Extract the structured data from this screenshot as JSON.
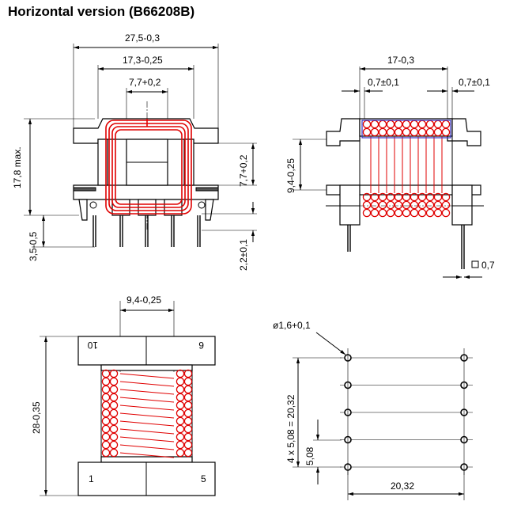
{
  "title": "Horizontal version (B66208B)",
  "front_view": {
    "dim_overall_width": "27,5-0,3",
    "dim_inner_width": "17,3-0,25",
    "dim_core_width": "7,7+0,2",
    "dim_height": "17,8 max.",
    "dim_window_height": "7,7+0,2",
    "dim_pin_length": "3,5-0,5",
    "dim_pin_offset": "2,2±0,1"
  },
  "side_view": {
    "dim_length": "17-0,3",
    "dim_flange_left": "0,7±0,1",
    "dim_flange_right": "0,7±0,1",
    "dim_winding_height": "9,4-0,25",
    "dim_pin_square": "0,7"
  },
  "top_view": {
    "dim_winding_width": "9,4-0,25",
    "dim_length": "28-0,35",
    "label_pin_10": "10",
    "label_pin_6": "6",
    "label_pin_1": "1",
    "label_pin_5": "5"
  },
  "pcb_layout": {
    "dim_hole": "ø1,6+0,1",
    "dim_pitch_total": "4 x 5,08 = 20,32",
    "dim_pitch": "5,08",
    "dim_row_spacing": "20,32"
  }
}
